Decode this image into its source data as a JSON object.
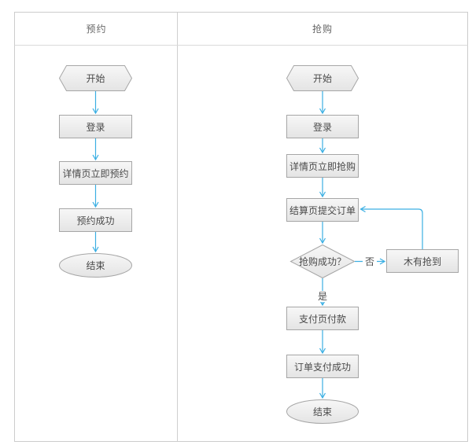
{
  "diagram": {
    "type": "flowchart-swimlanes",
    "lanes": [
      {
        "title": "预约"
      },
      {
        "title": "抢购"
      }
    ],
    "lane1": {
      "start": "开始",
      "login": "登录",
      "detail": "详情页立即预约",
      "success": "预约成功",
      "end": "结束"
    },
    "lane2": {
      "start": "开始",
      "login": "登录",
      "detail": "详情页立即抢购",
      "submit": "结算页提交订单",
      "decision": "抢购成功？",
      "no_label": "否",
      "no_result": "木有抢到",
      "yes_label": "是",
      "pay": "支付页付款",
      "paid": "订单支付成功",
      "end": "结束"
    },
    "colors": {
      "arrow": "#3bafe3",
      "shape_border": "#a6a6a6",
      "shape_fill_top": "#f7f7f7",
      "shape_fill_bottom": "#e4e4e4",
      "frame_border": "#cccccc",
      "text": "#4a4a4a",
      "header_text": "#666666"
    }
  }
}
